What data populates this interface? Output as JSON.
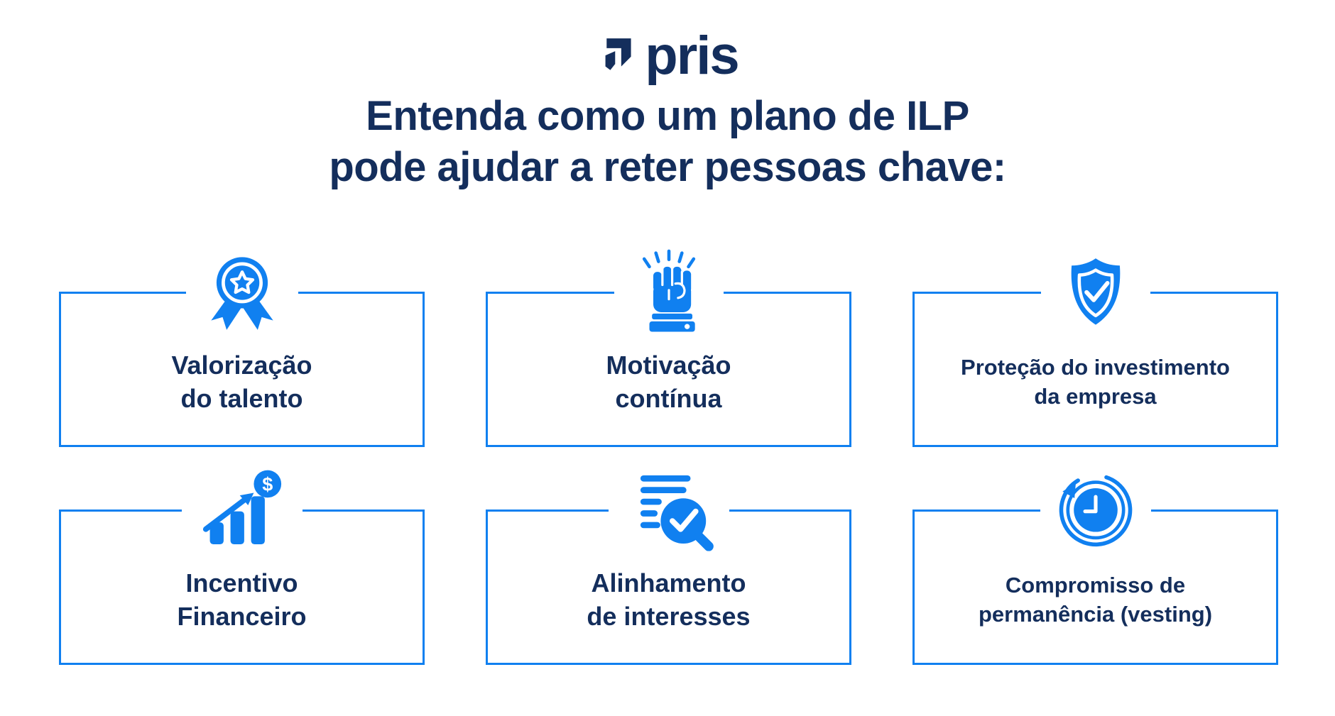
{
  "brand": {
    "logo_text": "pris"
  },
  "colors": {
    "accent_blue": "#1080F0",
    "navy": "#142E5C"
  },
  "heading": {
    "line1": "Entenda como um plano de ILP",
    "line2": "pode ajudar a reter pessoas chave:"
  },
  "cards": [
    {
      "icon": "medal-star-icon",
      "line1": "Valorização",
      "line2": "do talento"
    },
    {
      "icon": "raised-fist-icon",
      "line1": "Motivação",
      "line2": "contínua"
    },
    {
      "icon": "shield-check-icon",
      "line1": "Proteção do investimento",
      "line2": "da empresa"
    },
    {
      "icon": "growth-chart-dollar-icon",
      "line1": "Incentivo",
      "line2": "Financeiro"
    },
    {
      "icon": "checklist-magnifier-icon",
      "line1": "Alinhamento",
      "line2": "de interesses"
    },
    {
      "icon": "clock-repeat-icon",
      "line1": "Compromisso de",
      "line2": "permanência (vesting)"
    }
  ]
}
